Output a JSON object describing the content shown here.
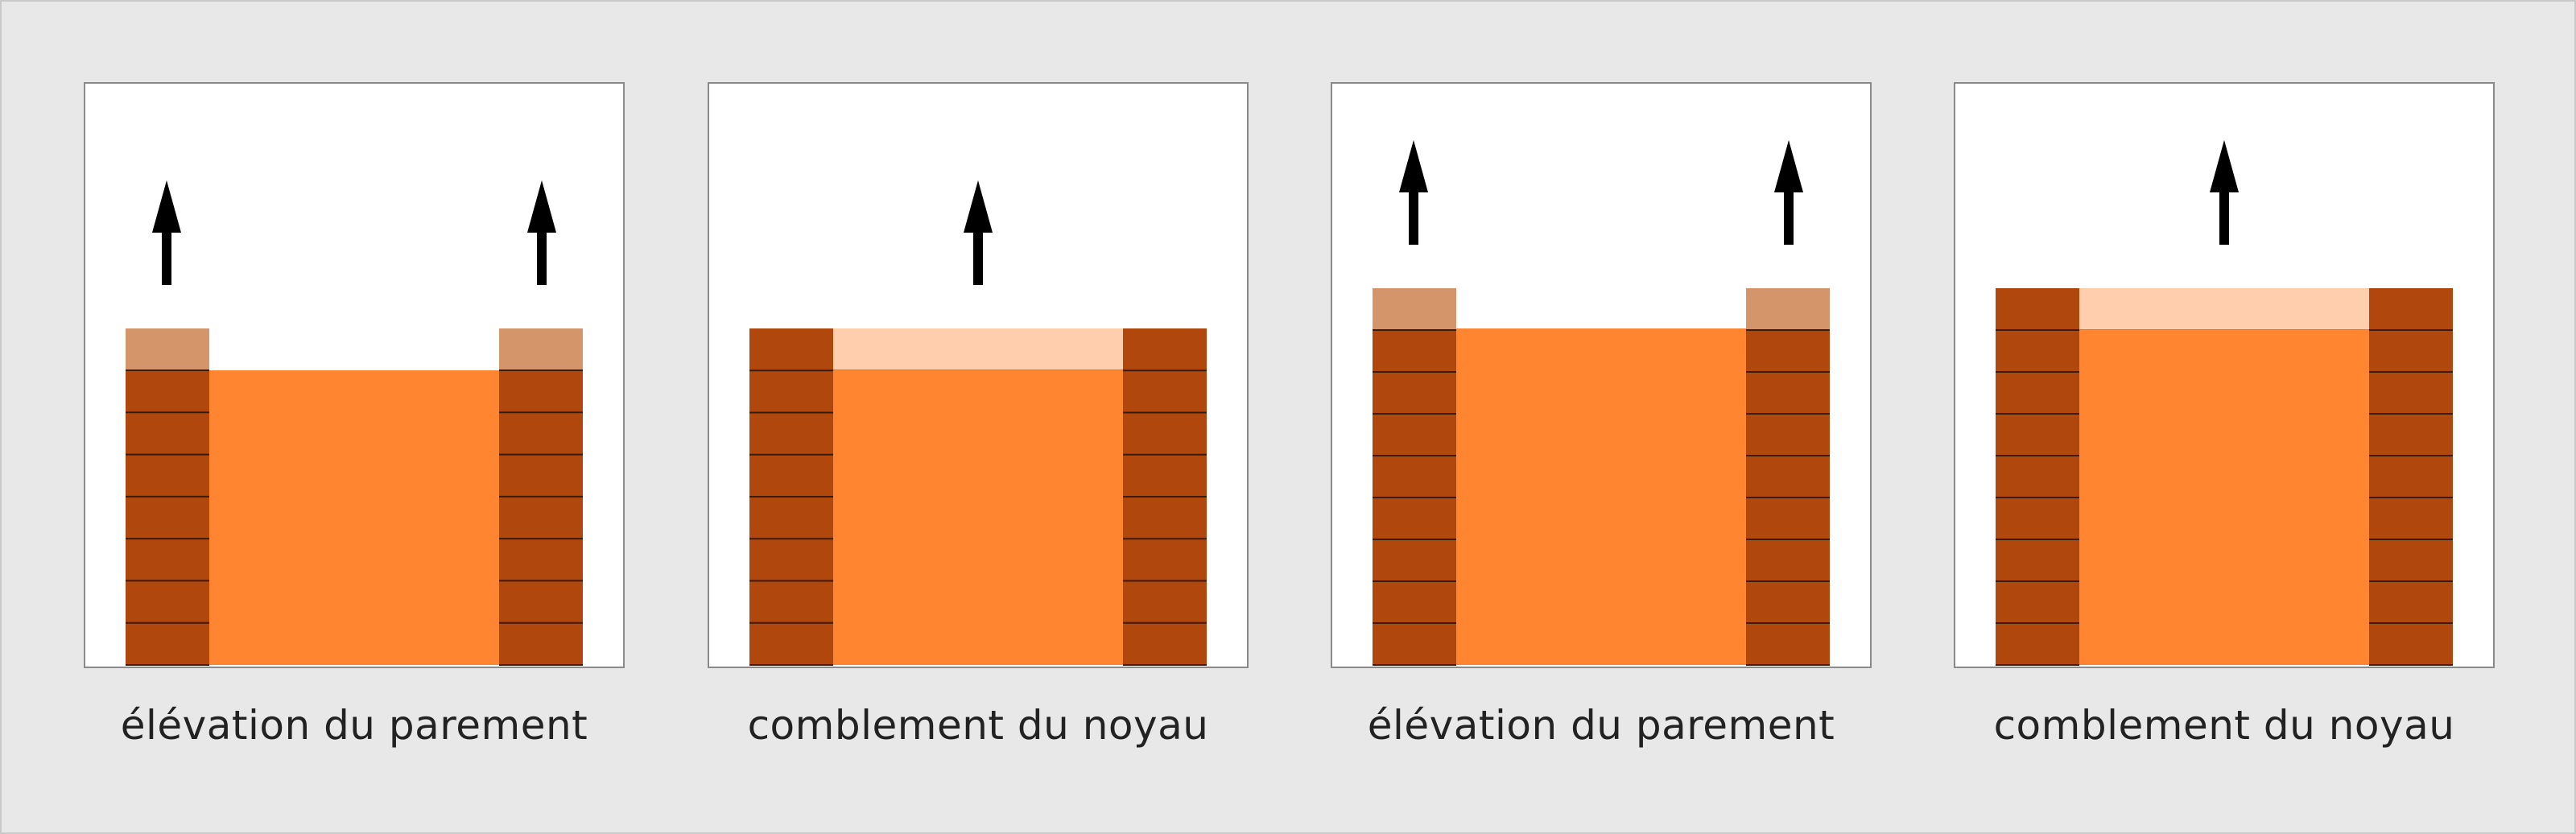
{
  "colors": {
    "facing_brick": "#b0470c",
    "facing_new_course": "#d4956b",
    "core_fill": "#ff8530",
    "core_new_layer": "#ffcfad",
    "mortar_line": "#3a1a08",
    "arrow": "#000000"
  },
  "panels": [
    {
      "caption": "élévation du parement",
      "stage": "facing-raised",
      "arrow_icon": "arrow-up-icon"
    },
    {
      "caption": "comblement du noyau",
      "stage": "core-filled",
      "arrow_icon": "arrow-up-icon"
    },
    {
      "caption": "élévation du parement",
      "stage": "facing-raised",
      "arrow_icon": "arrow-up-icon"
    },
    {
      "caption": "comblement du noyau",
      "stage": "core-filled",
      "arrow_icon": "arrow-up-icon"
    }
  ]
}
